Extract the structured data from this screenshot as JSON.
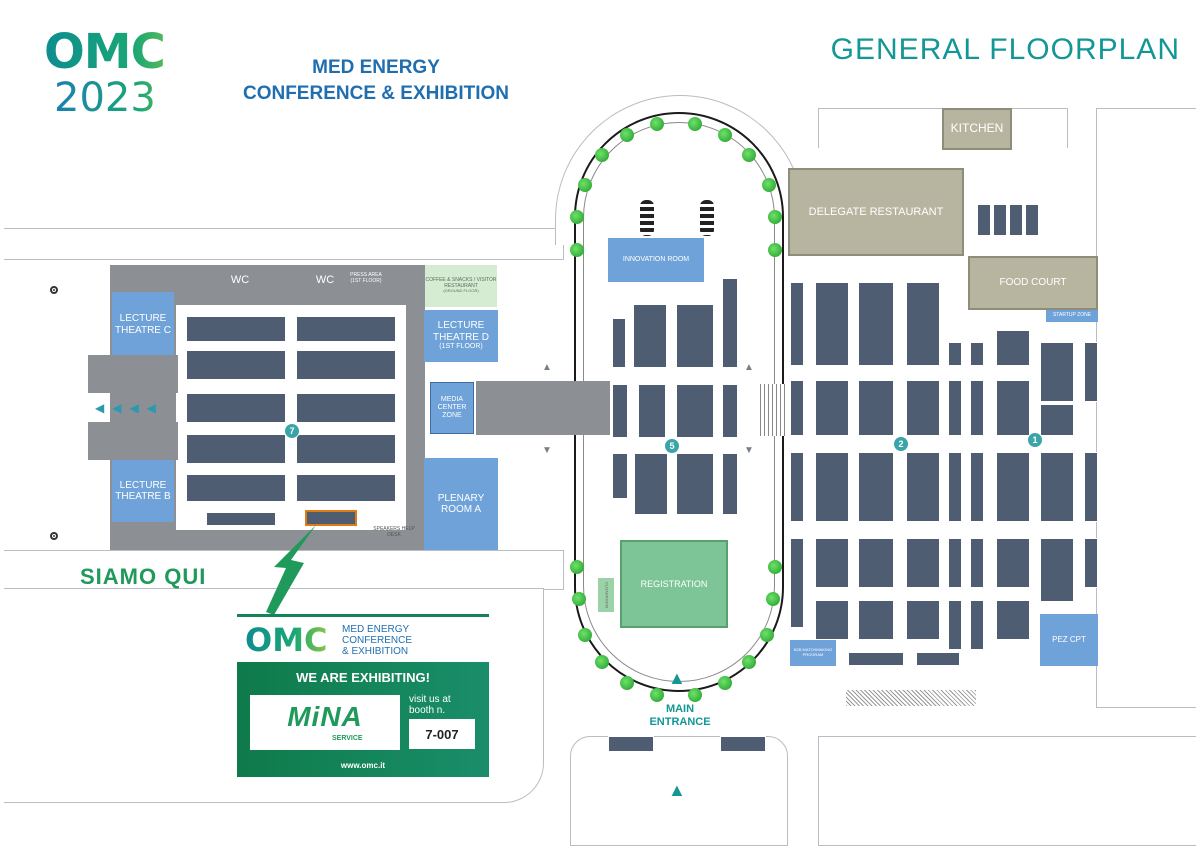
{
  "header": {
    "logo_line1": "OMC",
    "logo_line2": "2023",
    "event_line1": "MED ENERGY",
    "event_line2": "CONFERENCE & EXHIBITION",
    "page_title": "GENERAL FLOORPLAN"
  },
  "zones": {
    "kitchen": "KITCHEN",
    "delegate_restaurant": "DELEGATE RESTAURANT",
    "food_court": "FOOD COURT",
    "startup_zone": "STARTUP ZONE",
    "innovation_room": "INNOVATION ROOM",
    "lecture_c": "LECTURE THEATRE C",
    "lecture_b": "LECTURE THEATRE B",
    "lecture_d": "LECTURE THEATRE D",
    "lecture_d_floor": "(1ST FLOOR)",
    "wc_left": "WC",
    "wc_right": "WC",
    "press_area": "PRESS AREA (1ST FLOOR)",
    "coffee": "COFFEE & SNACKS / VISITOR RESTAURANT",
    "coffee_sub": "(GROUND FLOOR)",
    "media_center": "MEDIA CENTER ZONE",
    "plenary": "PLENARY ROOM A",
    "registration": "REGISTRATION",
    "cloakroom": "CLOAKROOM",
    "pez_cpt": "PEZ CPT",
    "b2b": "B2B MATCHMAKING PROGRAM",
    "main_entrance_1": "MAIN",
    "main_entrance_2": "ENTRANCE",
    "speakers_desk": "SPEAKERS HELP DESK"
  },
  "hall_numbers": [
    "1",
    "2",
    "5",
    "7"
  ],
  "you_are_here": "SIAMO QUI",
  "banner": {
    "logo": "OMC",
    "title_1": "MED ENERGY",
    "title_2": "CONFERENCE",
    "title_3": "& EXHIBITION",
    "exhibiting": "WE ARE EXHIBITING!",
    "sponsor": "MiNA",
    "sponsor_sub": "SERVICE",
    "visit_1": "visit us at",
    "visit_2": "booth n.",
    "booth": "7-007",
    "url": "www.omc.it"
  },
  "colors": {
    "brand_teal": "#139796",
    "brand_blue": "#1f6fb0",
    "room_blue": "#6fa2d8",
    "stand_navy": "#4f5d73",
    "highlight_orange": "#e07b12",
    "banner_green": "#14855a"
  }
}
